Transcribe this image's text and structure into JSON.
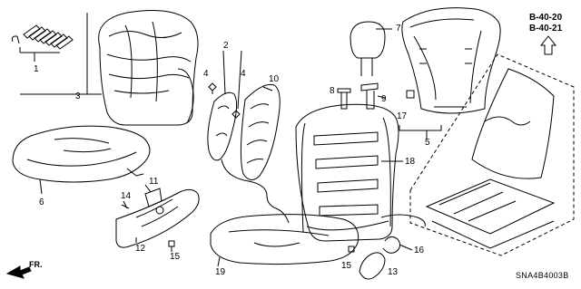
{
  "callouts": {
    "c1": "1",
    "c2": "2",
    "c3": "3",
    "c4a": "4",
    "c4b": "4",
    "c5": "5",
    "c6": "6",
    "c7": "7",
    "c8": "8",
    "c9": "9",
    "c10": "10",
    "c11": "11",
    "c12": "12",
    "c13": "13",
    "c14": "14",
    "c15a": "15",
    "c15b": "15",
    "c16": "16",
    "c17": "17",
    "c18": "18",
    "c19": "19"
  },
  "references": [
    "B-40-20",
    "B-40-21"
  ],
  "direction_label": "FR.",
  "diagram_code": "SNA4B4003B"
}
